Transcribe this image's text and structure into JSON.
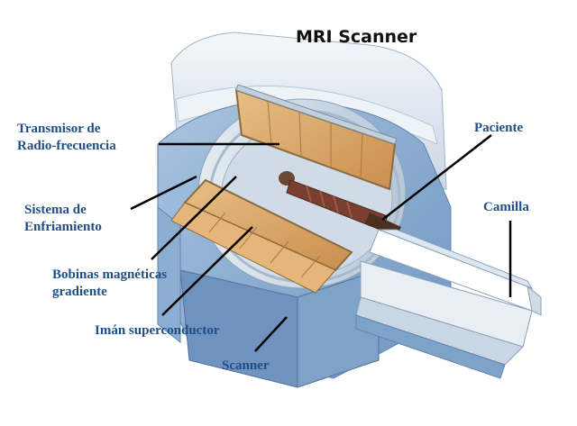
{
  "title": "MRI Scanner",
  "labels": {
    "transmisor_l1": "Transmisor de",
    "transmisor_l2": "Radio-frecuencia",
    "sistema_l1": "Sistema de",
    "sistema_l2": "Enfriamiento",
    "bobinas_l1": "Bobinas magnéticas",
    "bobinas_l2": "gradiente",
    "iman": "Imán superconductor",
    "scanner": "Scanner",
    "paciente": "Paciente",
    "camilla": "Camilla"
  },
  "colors": {
    "label_text": "#1f4e86",
    "shell_light": "#dde7f0",
    "shell_blue": "#7fa6cf",
    "coil_gold": "#d9a86a",
    "leader_line": "#000000"
  }
}
